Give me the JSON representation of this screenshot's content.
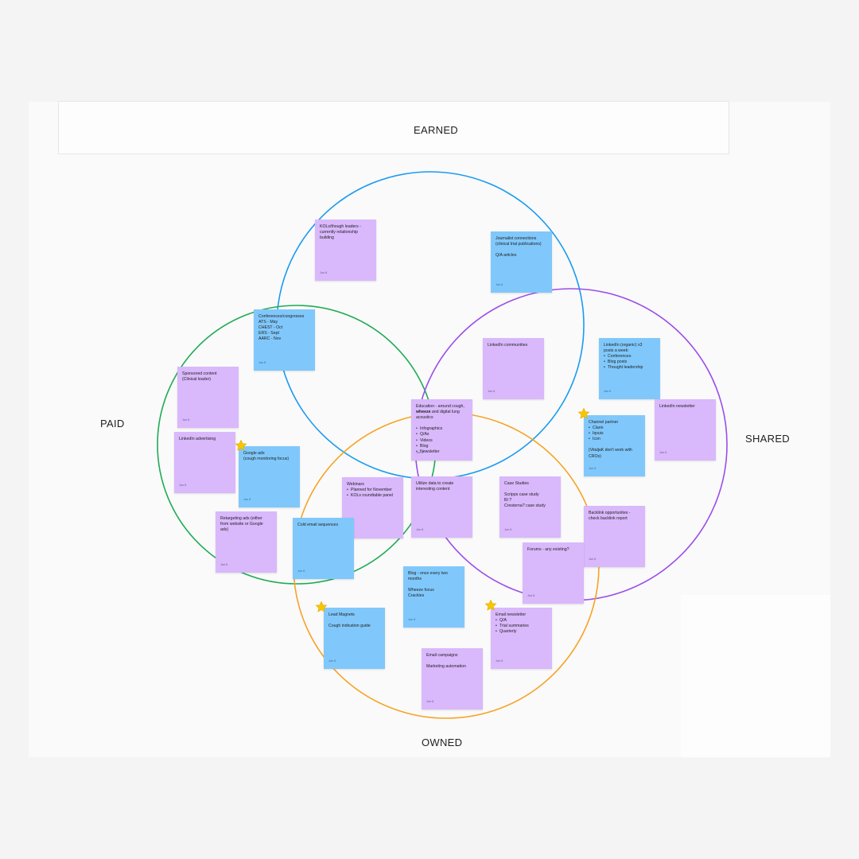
{
  "labels": {
    "earned": "EARNED",
    "paid": "PAID",
    "shared": "SHARED",
    "owned": "OWNED"
  },
  "colors": {
    "earned_circle": "#1a9bf0",
    "paid_circle": "#1fab55",
    "shared_circle": "#9b4dea",
    "owned_circle": "#f7a325",
    "purple_note": "#d9b8fb",
    "blue_note": "#80c8fb",
    "star": "#f7c600"
  },
  "notes": [
    {
      "id": "kols",
      "color": "purple",
      "lines": [
        "KOLs/though leaders -",
        "currently relationship",
        "building"
      ],
      "date": "Jun 6"
    },
    {
      "id": "journalist",
      "color": "blue",
      "lines": [
        "Journalist connections",
        "(clinical trial publications)",
        "",
        "Q/A articles"
      ],
      "date": "Jun 6"
    },
    {
      "id": "conferences",
      "color": "blue",
      "lines": [
        "Conferences/congresses",
        "ATS - May",
        "CHEST - Oct",
        "ERS - Sept",
        "AARC - Nov"
      ],
      "date": "Jun 6"
    },
    {
      "id": "linkedin-communities",
      "color": "purple",
      "lines": [
        "LinkedIn communities"
      ],
      "date": "Jun 6"
    },
    {
      "id": "linkedin-organic",
      "color": "blue",
      "lines": [
        "LinkedIn (organic) x3",
        "posts a week:",
        "• Conferences",
        "• Blog posts",
        "• Thought leadership"
      ],
      "date": "Jun 6"
    },
    {
      "id": "sponsored",
      "color": "purple",
      "lines": [
        "Sponsored content",
        "(Clinical leader)"
      ],
      "date": "Jun 6"
    },
    {
      "id": "education",
      "color": "purple",
      "lines": [
        "Education - around cough,",
        "**wheeze and digital lung",
        "acoustics",
        "",
        "• Infographics",
        "• Q/As",
        "• Videos",
        "• Blog",
        "• Newsletter"
      ],
      "date": "Jun 6"
    },
    {
      "id": "linkedin-newsletter",
      "color": "purple",
      "lines": [
        "LinkedIn newsletter"
      ],
      "date": "Jun 6"
    },
    {
      "id": "channel-partner",
      "color": "blue",
      "lines": [
        "Channel partner",
        "• Clario",
        "• Iqvuis",
        "• Icon",
        "",
        "(VitaljaK don't work with",
        "CROs)"
      ],
      "date": "Jun 6"
    },
    {
      "id": "linkedin-advertising",
      "color": "purple",
      "lines": [
        "LinkedIn advertising"
      ],
      "date": "Jun 6"
    },
    {
      "id": "google-ads",
      "color": "blue",
      "lines": [
        "Google ads",
        "(cough monitoring focus)"
      ],
      "date": "Jun 6"
    },
    {
      "id": "webinars",
      "color": "purple",
      "lines": [
        "Webinars",
        "• Planned for November",
        "• KOLs roundtable panel"
      ],
      "date": "Jun 6"
    },
    {
      "id": "utilize-data",
      "color": "purple",
      "lines": [
        "Utilize data to create",
        "interesting content"
      ],
      "date": "Jun 6"
    },
    {
      "id": "case-studies",
      "color": "purple",
      "lines": [
        "Case Studies",
        "",
        "Scripps case study",
        "BI ?",
        "Cresterna? case study"
      ],
      "date": "Jun 6"
    },
    {
      "id": "backlink",
      "color": "purple",
      "lines": [
        "Backlink opportunites -",
        "check backlink report"
      ],
      "date": "Jun 6"
    },
    {
      "id": "retargeting",
      "color": "purple",
      "lines": [
        "Retargeting ads (either",
        "from website or Google",
        "ads)"
      ],
      "date": "Jun 6"
    },
    {
      "id": "cold-email",
      "color": "blue",
      "lines": [
        "Cold email sequences"
      ],
      "date": "Jun 6"
    },
    {
      "id": "forums",
      "color": "purple",
      "lines": [
        "Forums - any existing?"
      ],
      "date": "Jun 6"
    },
    {
      "id": "blog",
      "color": "blue",
      "lines": [
        "Blog - once every two",
        "months",
        "",
        "Wheeze focus",
        "Crackles"
      ],
      "date": "Jun 6"
    },
    {
      "id": "lead-magnets",
      "color": "blue",
      "lines": [
        "Lead Magnets",
        "",
        "Cough indication guide"
      ],
      "date": "Jun 6"
    },
    {
      "id": "email-newsletter",
      "color": "purple",
      "lines": [
        "Email newsletter",
        "• Q/A",
        "• Trial summaries",
        "• Quarterly"
      ],
      "date": "Jun 6"
    },
    {
      "id": "email-campaigns",
      "color": "purple",
      "lines": [
        "Email campaigns",
        "",
        "Marketing automation"
      ],
      "date": "Jun 6"
    }
  ]
}
